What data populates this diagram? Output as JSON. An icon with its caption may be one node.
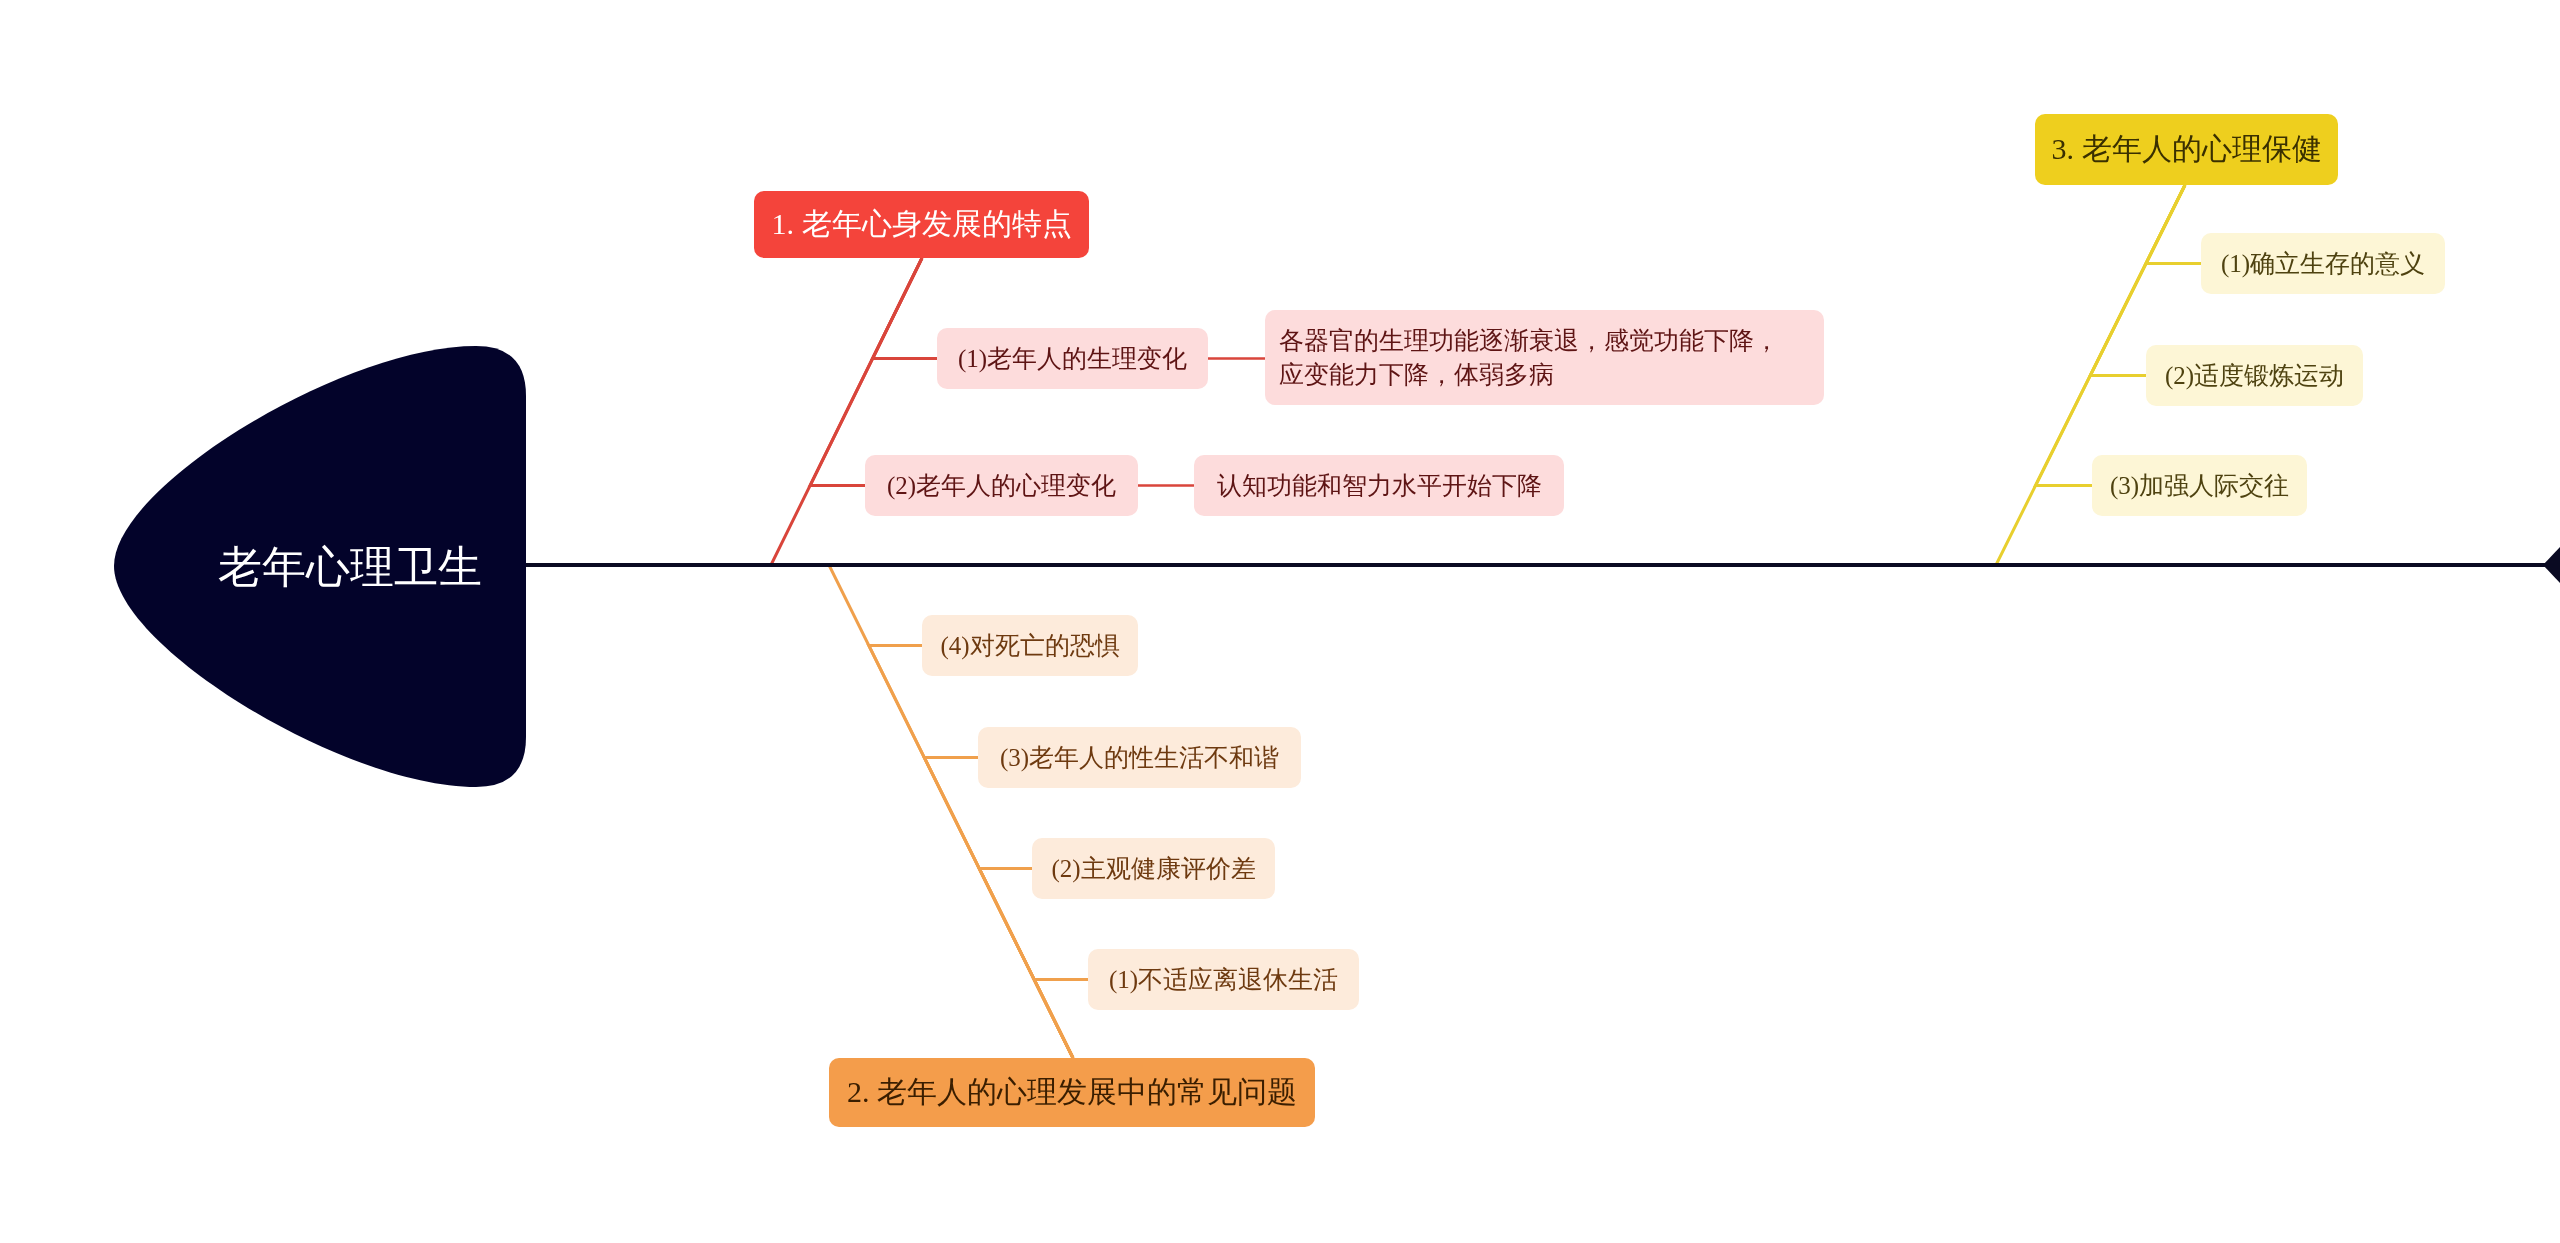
{
  "diagram": {
    "nodes": [
      {
        "text": [
          "老年心理卫生"
        ]
      },
      {
        "text": [
          "1. 老年心身发展的特点"
        ]
      },
      {
        "text": [
          "(1)老年人的生理变化"
        ]
      },
      {
        "text": [
          "各器官的生理功能逐渐衰退，感觉功能下降，应变能力下降，体弱多病"
        ]
      },
      {
        "text": [
          "(2)老年人的心理变化"
        ]
      },
      {
        "text": [
          "认知功能和智力水平开始下降"
        ]
      },
      {
        "text": [
          "2. 老年人的心理发展中的常见问题"
        ]
      },
      {
        "text": [
          "(4)对死亡的恐惧"
        ]
      },
      {
        "text": [
          "(3)老年人的性生活不和谐"
        ]
      },
      {
        "text": [
          "(2)主观健康评价差"
        ]
      },
      {
        "text": [
          "(1)不适应离退休生活"
        ]
      },
      {
        "text": [
          "3. 老年人的心理保健"
        ]
      },
      {
        "text": [
          "(1)确立生存的意义"
        ]
      },
      {
        "text": [
          "(2)适度锻炼运动"
        ]
      },
      {
        "text": [
          "(3)加强人际交往"
        ]
      }
    ],
    "edges": [
      {
        "from": 0,
        "to": 1,
        "arrow": "none",
        "color": "#d9453b"
      },
      {
        "from": 1,
        "to": 2,
        "arrow": "none",
        "color": "#d9453b"
      },
      {
        "from": 2,
        "to": 3,
        "arrow": "none",
        "color": "#d9453b"
      },
      {
        "from": 1,
        "to": 4,
        "arrow": "none",
        "color": "#d9453b"
      },
      {
        "from": 4,
        "to": 5,
        "arrow": "none",
        "color": "#d9453b"
      },
      {
        "from": 0,
        "to": 6,
        "arrow": "none",
        "color": "#f0a04c"
      },
      {
        "from": 6,
        "to": 7,
        "arrow": "none",
        "color": "#f0a04c"
      },
      {
        "from": 6,
        "to": 8,
        "arrow": "none",
        "color": "#f0a04c"
      },
      {
        "from": 6,
        "to": 9,
        "arrow": "none",
        "color": "#f0a04c"
      },
      {
        "from": 6,
        "to": 10,
        "arrow": "none",
        "color": "#f0a04c"
      },
      {
        "from": 0,
        "to": 11,
        "arrow": "none",
        "color": "#e8cf2e"
      },
      {
        "from": 11,
        "to": 12,
        "arrow": "none",
        "color": "#e8cf2e"
      },
      {
        "from": 11,
        "to": 13,
        "arrow": "none",
        "color": "#e8cf2e"
      },
      {
        "from": 11,
        "to": 14,
        "arrow": "none",
        "color": "#e8cf2e"
      }
    ]
  }
}
